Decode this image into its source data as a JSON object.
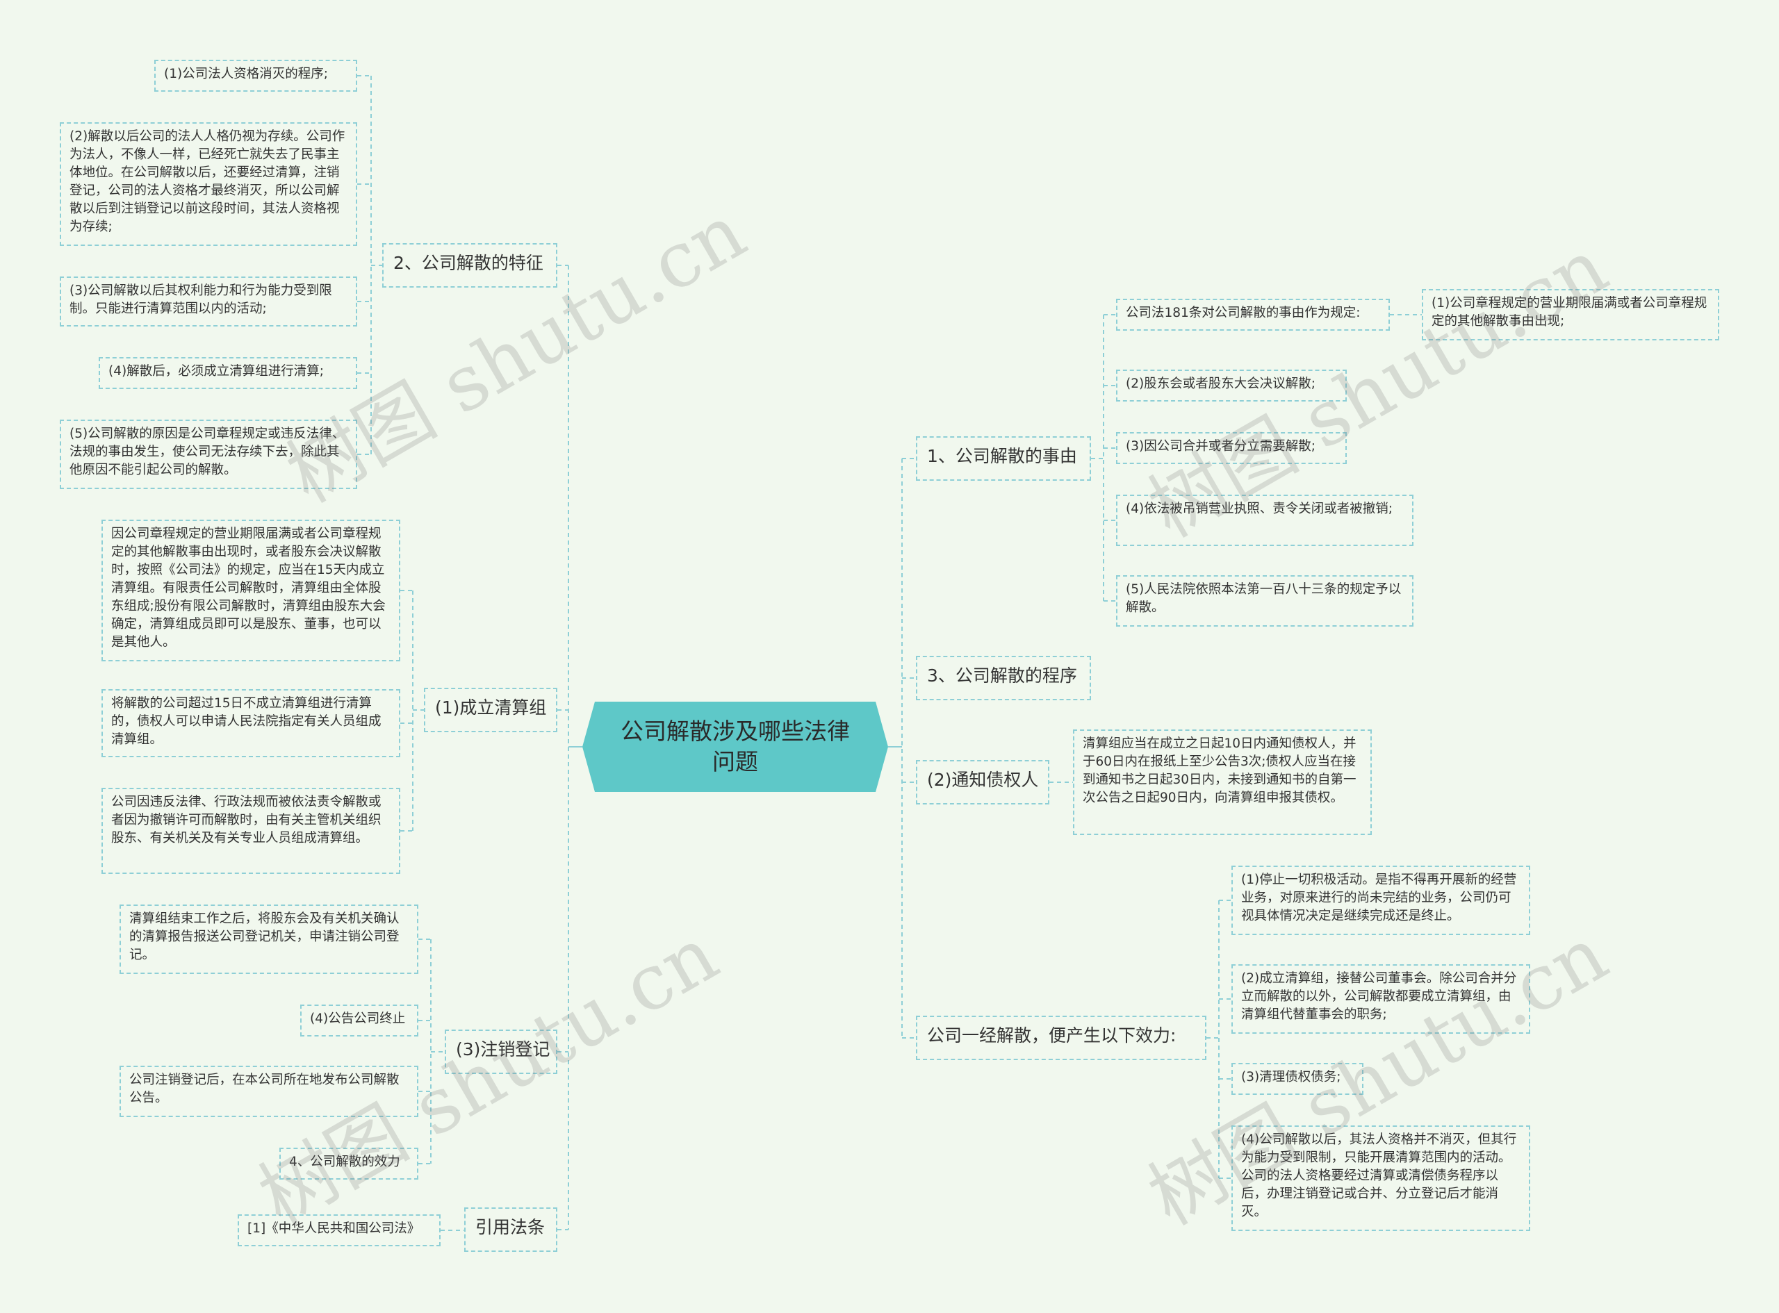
{
  "root": {
    "label": "公司解散涉及哪些法律问题"
  },
  "left": {
    "features": {
      "label": "2、公司解散的特征",
      "items": [
        "(1)公司法人资格消灭的程序;",
        "(2)解散以后公司的法人人格仍视为存续。公司作为法人，不像人一样，已经死亡就失去了民事主体地位。在公司解散以后，还要经过清算，注销登记，公司的法人资格才最终消灭，所以公司解散以后到注销登记以前这段时间，其法人资格视为存续;",
        "(3)公司解散以后其权利能力和行为能力受到限制。只能进行清算范围以内的活动;",
        "(4)解散后，必须成立清算组进行清算;",
        "(5)公司解散的原因是公司章程规定或违反法律、法规的事由发生，使公司无法存续下去，除此其他原因不能引起公司的解散。"
      ]
    },
    "liquidation": {
      "label": "(1)成立清算组",
      "items": [
        "因公司章程规定的营业期限届满或者公司章程规定的其他解散事由出现时，或者股东会决议解散时，按照《公司法》的规定，应当在15天内成立清算组。有限责任公司解散时，清算组由全体股东组成;股份有限公司解散时，清算组由股东大会确定，清算组成员即可以是股东、董事，也可以是其他人。",
        "将解散的公司超过15日不成立清算组进行清算的，债权人可以申请人民法院指定有关人员组成清算组。",
        "公司因违反法律、行政法规而被依法责令解散或者因为撤销许可而解散时，由有关主管机关组织股东、有关机关及有关专业人员组成清算组。"
      ]
    },
    "deregistration": {
      "label": "(3)注销登记",
      "items": [
        "清算组结束工作之后，将股东会及有关机关确认的清算报告报送公司登记机关，申请注销公司登记。",
        "(4)公告公司终止",
        "公司注销登记后，在本公司所在地发布公司解散公告。",
        "4、公司解散的效力"
      ]
    },
    "laws": {
      "label": "引用法条",
      "items": [
        "[1]《中华人民共和国公司法》"
      ]
    }
  },
  "right": {
    "reasons": {
      "label": "1、公司解散的事由",
      "items": [
        "公司法181条对公司解散的事由作为规定:",
        "(2)股东会或者股东大会决议解散;",
        "(3)因公司合并或者分立需要解散;",
        "(4)依法被吊销营业执照、责令关闭或者被撤销;",
        "(5)人民法院依照本法第一百八十三条的规定予以解散。"
      ],
      "sub": "(1)公司章程规定的营业期限届满或者公司章程规定的其他解散事由出现;"
    },
    "procedure": {
      "label": "3、公司解散的程序"
    },
    "notify": {
      "label": "(2)通知债权人",
      "items": [
        "清算组应当在成立之日起10日内通知债权人，并于60日内在报纸上至少公告3次;债权人应当在接到通知书之日起30日内，未接到通知书的自第一次公告之日起90日内，向清算组申报其债权。"
      ]
    },
    "effects": {
      "label": "公司一经解散，便产生以下效力:",
      "items": [
        "(1)停止一切积极活动。是指不得再开展新的经营业务，对原来进行的尚未完结的业务，公司仍可视具体情况决定是继续完成还是终止。",
        "(2)成立清算组，接替公司董事会。除公司合并分立而解散的以外，公司解散都要成立清算组，由清算组代替董事会的职务;",
        "(3)清理债权债务;",
        "(4)公司解散以后，其法人资格并不消灭，但其行为能力受到限制，只能开展清算范围内的活动。公司的法人资格要经过清算或清偿债务程序以后，办理注销登记或合并、分立登记后才能消灭。"
      ]
    }
  },
  "watermarks": [
    "树图 shutu.cn",
    "树图 shutu.cn",
    "树图 shutu.cn",
    "树图 shutu.cn"
  ],
  "colors": {
    "line": "#8ecfd6",
    "root_fill": "#5ec8c8",
    "bg": "#f1f8ee"
  }
}
